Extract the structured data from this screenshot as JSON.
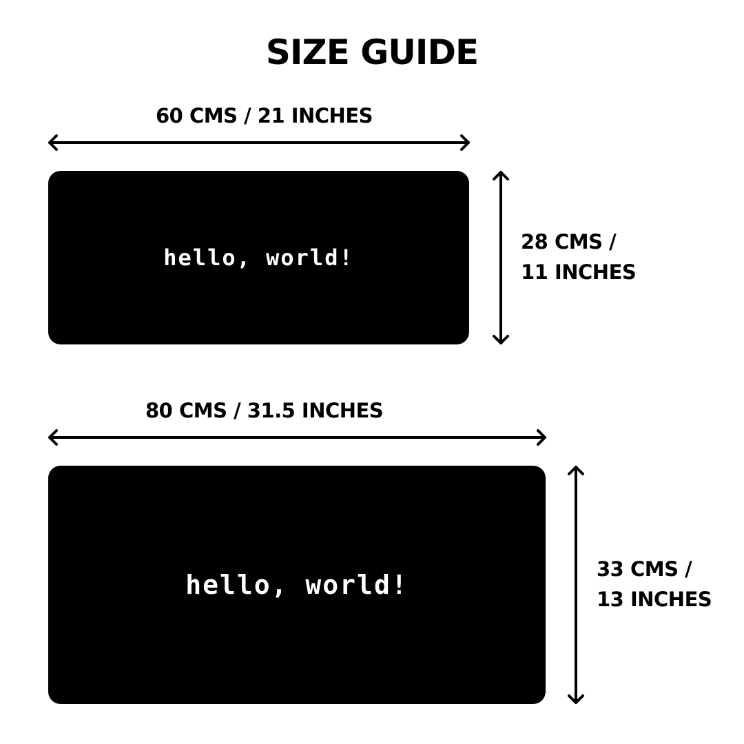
{
  "title": "SIZE GUIDE",
  "colors": {
    "background": "#ffffff",
    "mat": "#000000",
    "mat_text": "#ffffff",
    "ink": "#000000"
  },
  "mats": [
    {
      "print_text": "hello, world!",
      "width_label": "60 CMS / 21 INCHES",
      "height_label_line1": "28 CMS /",
      "height_label_line2": "11 INCHES"
    },
    {
      "print_text": "hello, world!",
      "width_label": "80 CMS / 31.5 INCHES",
      "height_label_line1": "33 CMS /",
      "height_label_line2": "13 INCHES"
    }
  ]
}
